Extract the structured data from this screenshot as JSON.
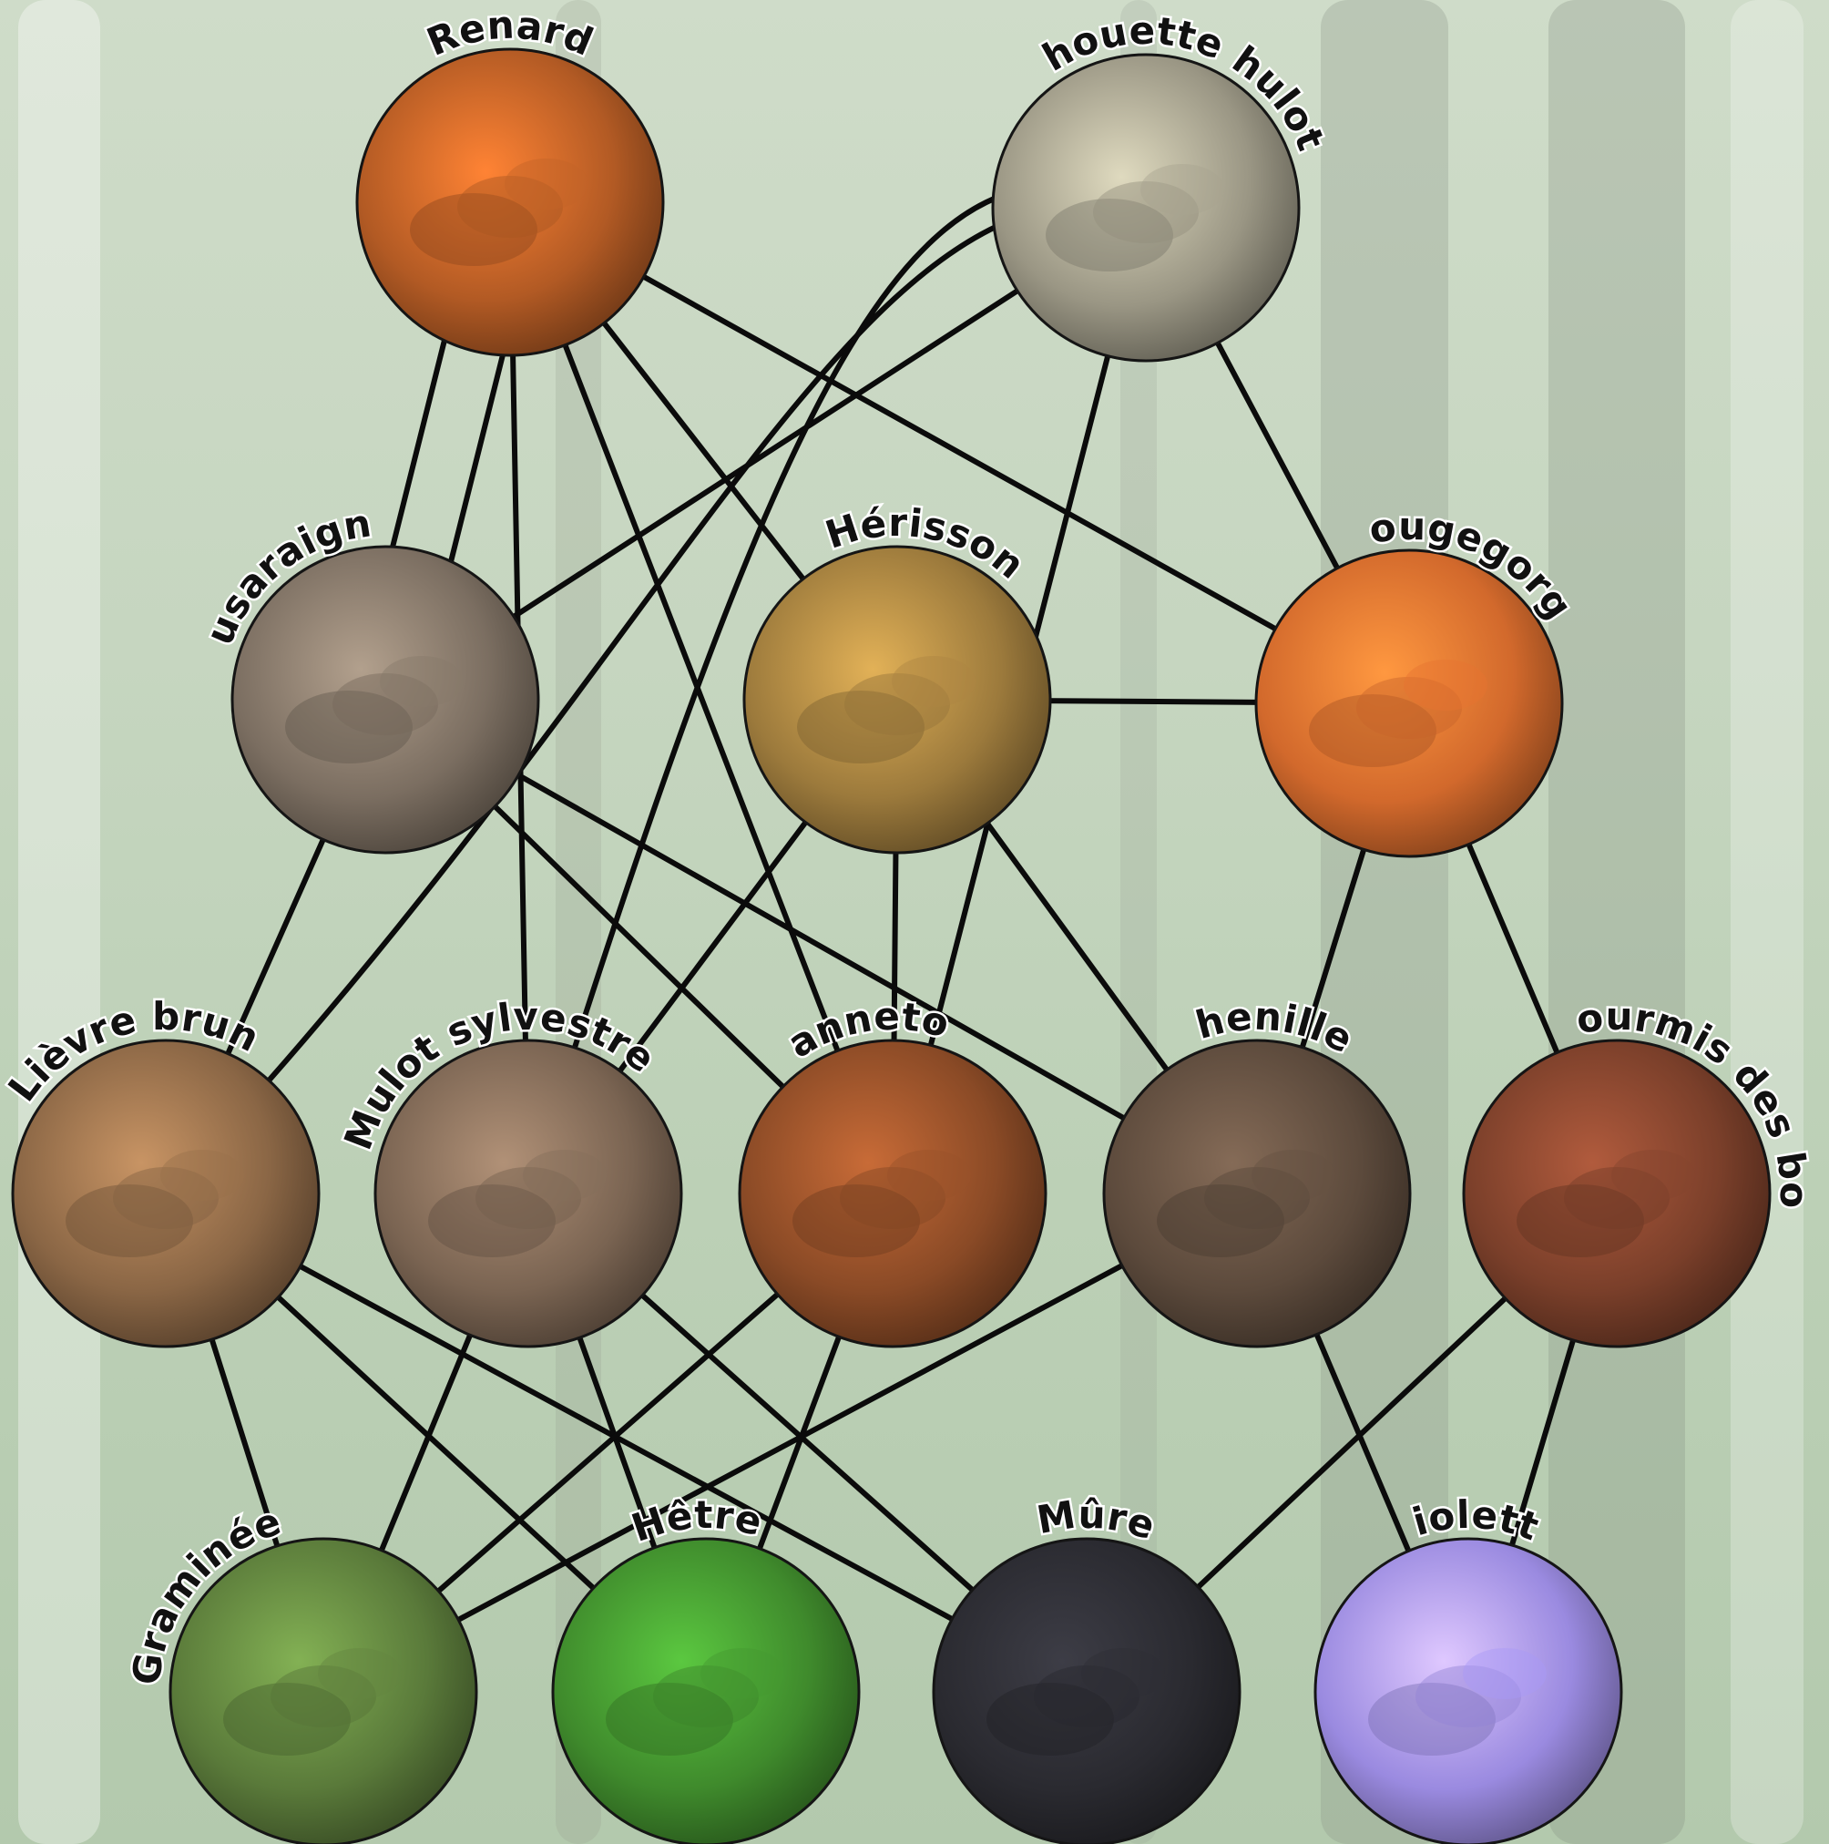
{
  "diagram": {
    "type": "food-web",
    "colors": {
      "link": "#0b0b0b",
      "background": "#c6d6c0",
      "node_border": "#151515"
    },
    "nodes": [
      {
        "id": "renard",
        "label": "Renard",
        "icon": "fox-photo",
        "color": "#b25a24"
      },
      {
        "id": "chouette",
        "label": "Chouette hulotte",
        "icon": "owl-photo",
        "color": "#9a9684"
      },
      {
        "id": "musaraigne",
        "label": "Musaraigne",
        "icon": "shrew-photo",
        "color": "#7b6e61"
      },
      {
        "id": "herisson",
        "label": "Hérisson",
        "icon": "hedgehog-photo",
        "color": "#9c7a3c"
      },
      {
        "id": "rougegorge",
        "label": "Rougegorge",
        "icon": "robin-photo",
        "color": "#d2692c"
      },
      {
        "id": "lievre",
        "label": "Lièvre brun",
        "icon": "hare-photo",
        "color": "#8a6645"
      },
      {
        "id": "mulot",
        "label": "Mulot sylvestre",
        "icon": "woodmouse-photo",
        "color": "#7a6452"
      },
      {
        "id": "hanneton",
        "label": "Hanneton",
        "icon": "cockchafer-photo",
        "color": "#8a4a26"
      },
      {
        "id": "chenilles",
        "label": "Chenilles",
        "icon": "caterpillar-photo",
        "color": "#5c4a3c"
      },
      {
        "id": "fourmis",
        "label": "Fourmis des bois",
        "icon": "ant-photo",
        "color": "#7a3f2a"
      },
      {
        "id": "graminee",
        "label": "Graminée",
        "icon": "grass-photo",
        "color": "#5a7a3a"
      },
      {
        "id": "hetre",
        "label": "Hêtre",
        "icon": "beech-leaf-photo",
        "color": "#3f8a2c"
      },
      {
        "id": "mure",
        "label": "Mûre",
        "icon": "blackberry-photo",
        "color": "#2a2a30"
      },
      {
        "id": "violette",
        "label": "Violette",
        "icon": "violet-flower-photo",
        "color": "#9a8ae0"
      }
    ],
    "edges": [
      [
        "renard",
        "musaraigne"
      ],
      [
        "renard",
        "musaraigne"
      ],
      [
        "renard",
        "herisson"
      ],
      [
        "renard",
        "rougegorge"
      ],
      [
        "renard",
        "hanneton"
      ],
      [
        "renard",
        "mulot"
      ],
      [
        "chouette",
        "musaraigne"
      ],
      [
        "chouette",
        "lievre"
      ],
      [
        "chouette",
        "mulot"
      ],
      [
        "chouette",
        "hanneton"
      ],
      [
        "chouette",
        "rougegorge"
      ],
      [
        "musaraigne",
        "lievre"
      ],
      [
        "musaraigne",
        "hanneton"
      ],
      [
        "musaraigne",
        "chenilles"
      ],
      [
        "herisson",
        "rougegorge"
      ],
      [
        "herisson",
        "mulot"
      ],
      [
        "herisson",
        "hanneton"
      ],
      [
        "herisson",
        "chenilles"
      ],
      [
        "rougegorge",
        "chenilles"
      ],
      [
        "rougegorge",
        "fourmis"
      ],
      [
        "lievre",
        "graminee"
      ],
      [
        "lievre",
        "hetre"
      ],
      [
        "lievre",
        "mure"
      ],
      [
        "mulot",
        "graminee"
      ],
      [
        "mulot",
        "hetre"
      ],
      [
        "mulot",
        "mure"
      ],
      [
        "hanneton",
        "graminee"
      ],
      [
        "hanneton",
        "hetre"
      ],
      [
        "chenilles",
        "graminee"
      ],
      [
        "chenilles",
        "violette"
      ],
      [
        "fourmis",
        "mure"
      ],
      [
        "fourmis",
        "violette"
      ]
    ]
  }
}
